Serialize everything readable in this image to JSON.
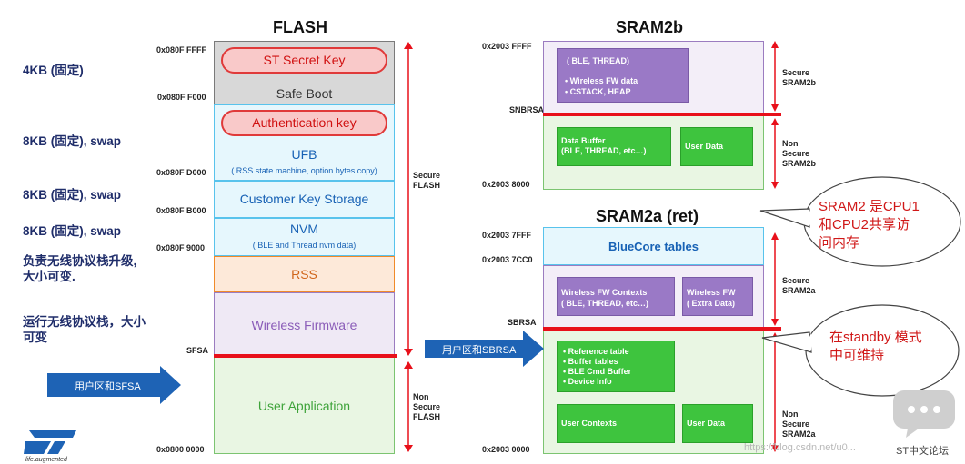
{
  "flash": {
    "title": "FLASH",
    "addresses": {
      "a0": "0x080F FFFF",
      "a1": "0x080F F000",
      "a2": "0x080F D000",
      "a3": "0x080F B000",
      "a4": "0x080F 9000",
      "sfsa": "SFSA",
      "a5": "0x0800 0000"
    },
    "st_secret_key": "ST Secret Key",
    "safe_boot": "Safe Boot",
    "auth_key": "Authentication key",
    "ufb": "UFB",
    "ufb_sub": "( RSS state machine, option bytes copy)",
    "cks": "Customer Key Storage",
    "nvm": "NVM",
    "nvm_sub": "( BLE and Thread nvm data)",
    "rss": "RSS",
    "wireless_fw": "Wireless Firmware",
    "user_app": "User Application",
    "secure_flash": "Secure\nFLASH",
    "non_secure_flash": "Non\nSecure\nFLASH",
    "arrow_label": "用户区和SFSA"
  },
  "notes": {
    "n1": "4KB (固定)",
    "n2": "8KB (固定), swap",
    "n3": "8KB (固定), swap",
    "n4": "8KB (固定), swap",
    "n5": "负责无线协议栈升级,\n大小可变.",
    "n6": "运行无线协议栈，大小\n可变"
  },
  "sram2b": {
    "title": "SRAM2b",
    "addr_top": "0x2003 FFFF",
    "snbrsa": "SNBRSA",
    "addr_bottom": "0x2003 8000",
    "ble_thread": "( BLE, THREAD)",
    "bullets": [
      "Wireless FW data",
      "CSTACK, HEAP"
    ],
    "data_buffer": "Data Buffer\n(BLE, THREAD, etc…)",
    "user_data": "User Data",
    "secure": "Secure\nSRAM2b",
    "non_secure": "Non\nSecure\nSRAM2b"
  },
  "sram2a": {
    "title": "SRAM2a (ret)",
    "addr_top": "0x2003 7FFF",
    "addr_7cc0": "0x2003 7CC0",
    "sbrsa": "SBRSA",
    "addr_bottom": "0x2003 0000",
    "bluecore": "BlueCore tables",
    "wfw_contexts": "Wireless FW Contexts\n( BLE, THREAD, etc…)",
    "wfw_extra": "Wireless FW\n( Extra Data)",
    "bullets": [
      "Reference table",
      "Buffer tables",
      "BLE Cmd Buffer",
      "Device Info"
    ],
    "user_contexts": "User Contexts",
    "user_data": "User Data",
    "secure": "Secure\nSRAM2a",
    "non_secure": "Non\nSecure\nSRAM2a",
    "arrow_label": "用户区和SBRSA"
  },
  "bubbles": {
    "b1": "SRAM2 是CPU1\n和CPU2共享访\n问内存",
    "b2": "在standby 模式\n中可维持"
  },
  "footer": {
    "watermark": "https://blog.csdn.net/u0...",
    "community": "ST中文论坛",
    "tagline": "life.augmented"
  },
  "colors": {
    "flash_secure_border": "#7a7a7a",
    "cyan_border": "#58c3ec",
    "cyan_fill": "#e6f7fd",
    "rss_fill": "#fde9d9",
    "rss_border": "#f08a2a",
    "purple_fill": "#efe9f5",
    "purple_border": "#9b7cc0",
    "green_fill": "#e9f6e3",
    "green_border": "#7cc471",
    "box_green": "#3ec43e",
    "box_purple": "#9a79c6",
    "red_line": "#e8101a",
    "blue_arrow": "#1e63b5"
  }
}
